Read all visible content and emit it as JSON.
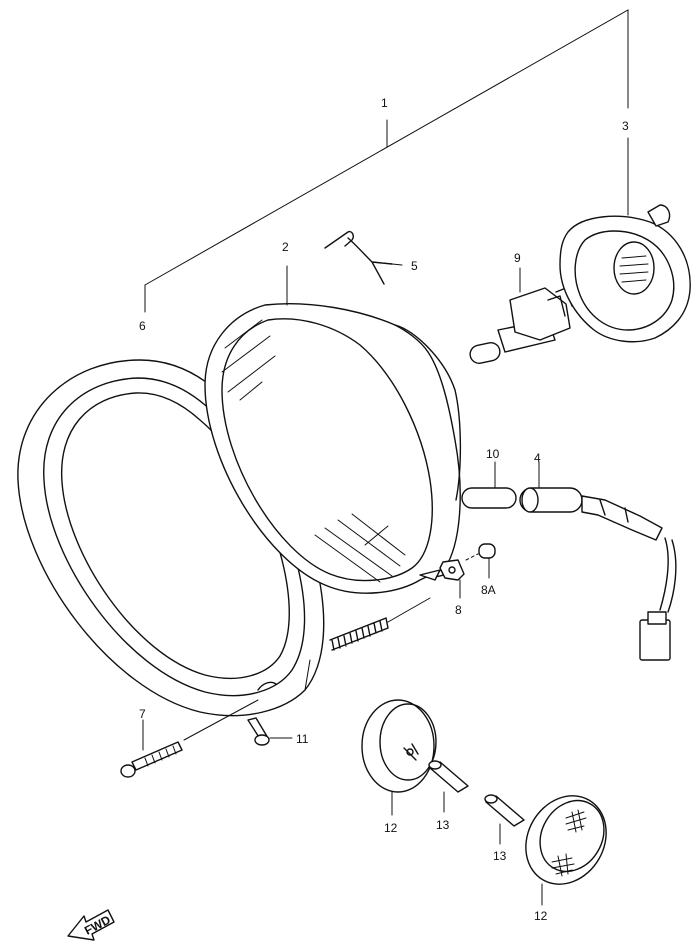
{
  "parts": {
    "p1": "1",
    "p2": "2",
    "p3": "3",
    "p4": "4",
    "p5": "5",
    "p6": "6",
    "p7": "7",
    "p8": "8",
    "p8a": "8A",
    "p9": "9",
    "p10": "10",
    "p11": "11",
    "p12a": "12",
    "p12b": "12",
    "p13a": "13",
    "p13b": "13"
  },
  "fwd_label": "FWD",
  "colors": {
    "line": "#111111",
    "background": "#ffffff"
  }
}
